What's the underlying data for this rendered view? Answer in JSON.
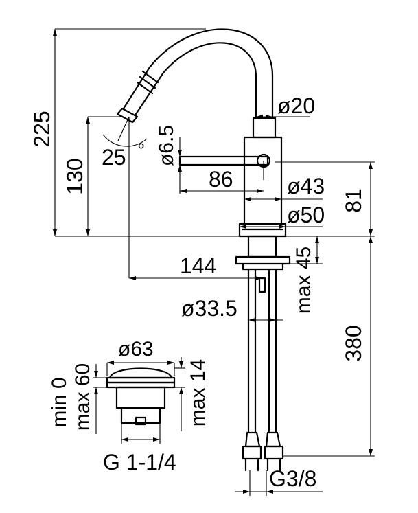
{
  "dimensions": {
    "total_height": "225",
    "spout_height": "130",
    "spout_angle": "25",
    "degree_symbol": "°",
    "aerator_diameter": "ø6.5",
    "spout_diameter": "ø20",
    "lever_length": "86",
    "body_diameter": "ø43",
    "body_height": "81",
    "base_diameter": "ø50",
    "max_deck_thickness": "max 45",
    "reach": "144",
    "shank_diameter": "ø33.5",
    "hose_length": "380",
    "hose_connection": "G3/8"
  },
  "waste": {
    "head_diameter": "ø63",
    "min_label": "min 0",
    "max_label": "max 60",
    "height_label": "max 14",
    "thread_label": "G 1-1/4"
  }
}
